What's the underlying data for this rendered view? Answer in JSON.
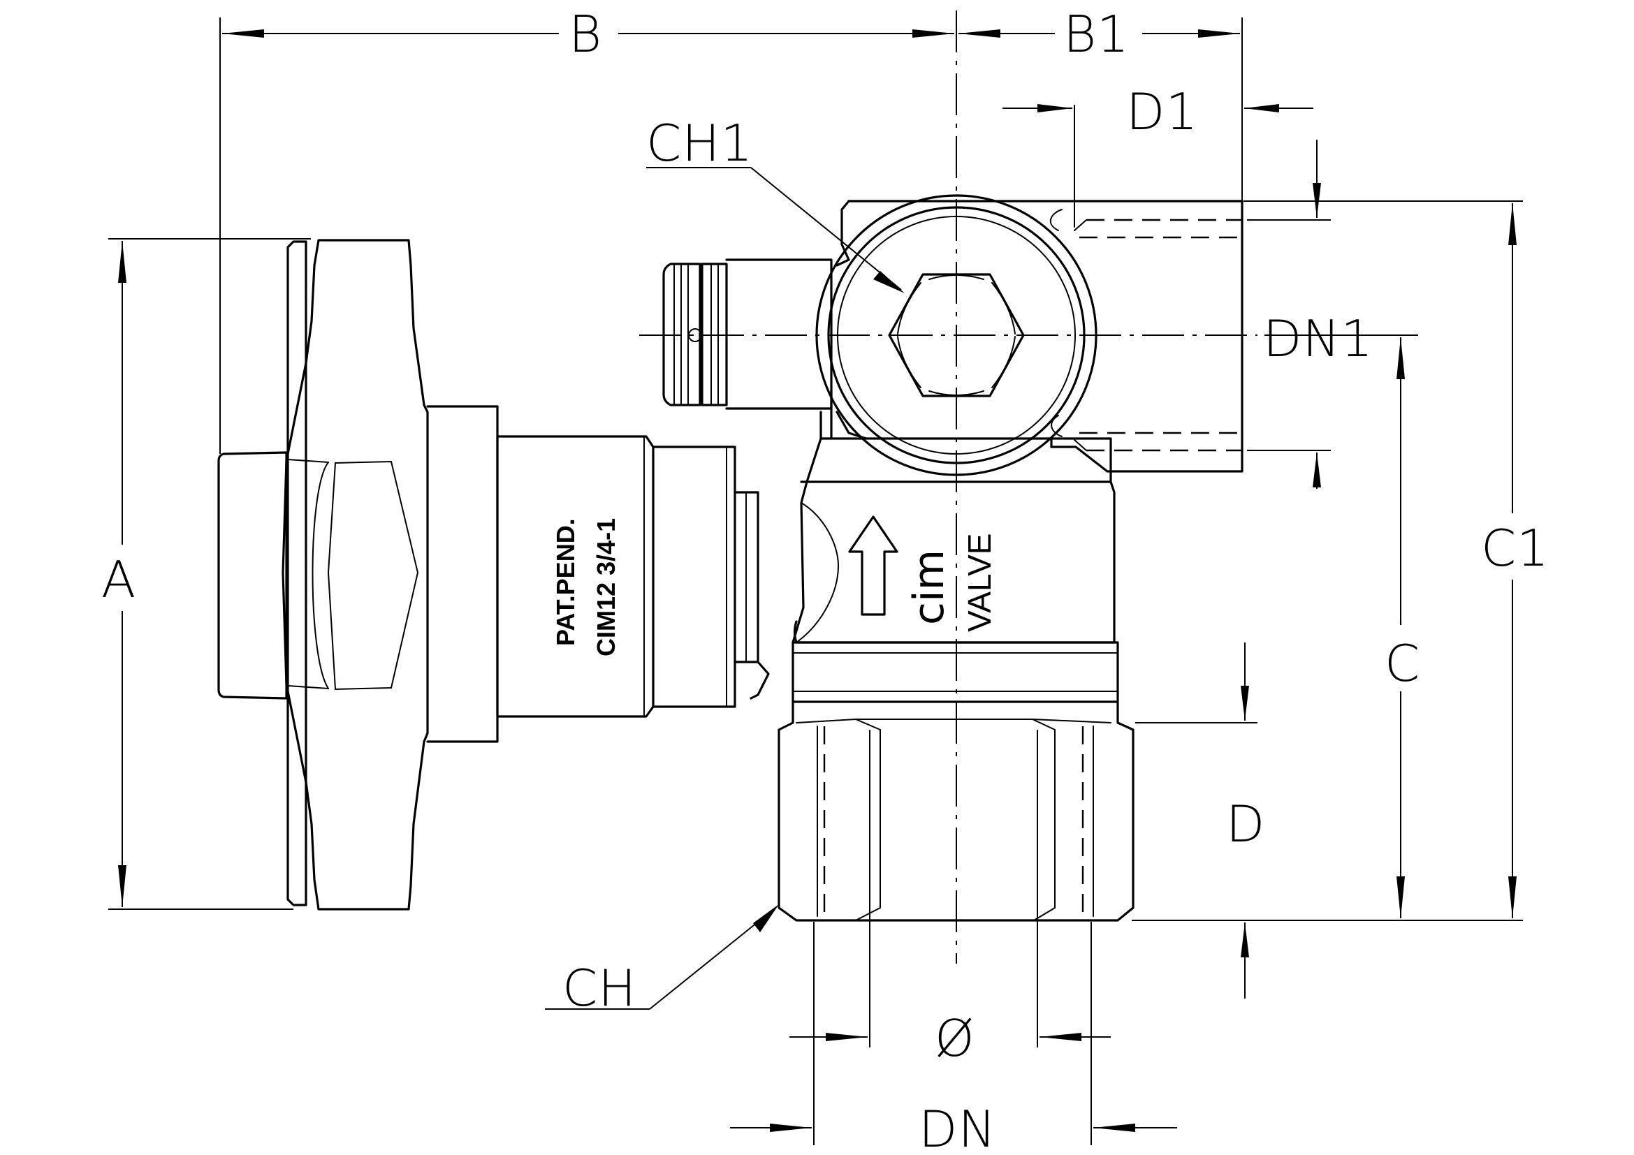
{
  "dimensions": {
    "a": "A",
    "b": "B",
    "b1": "B1",
    "c": "C",
    "c1": "C1",
    "d": "D",
    "d1": "D1",
    "dn": "DN",
    "dn1": "DN1",
    "ch": "CH",
    "ch1": "CH1",
    "diameter": "Ø"
  },
  "body_markings": {
    "line1": "PAT.PEND.",
    "line2": "CIM12 3/4-1",
    "brand": "cim",
    "brand_sub": "VALVE"
  }
}
